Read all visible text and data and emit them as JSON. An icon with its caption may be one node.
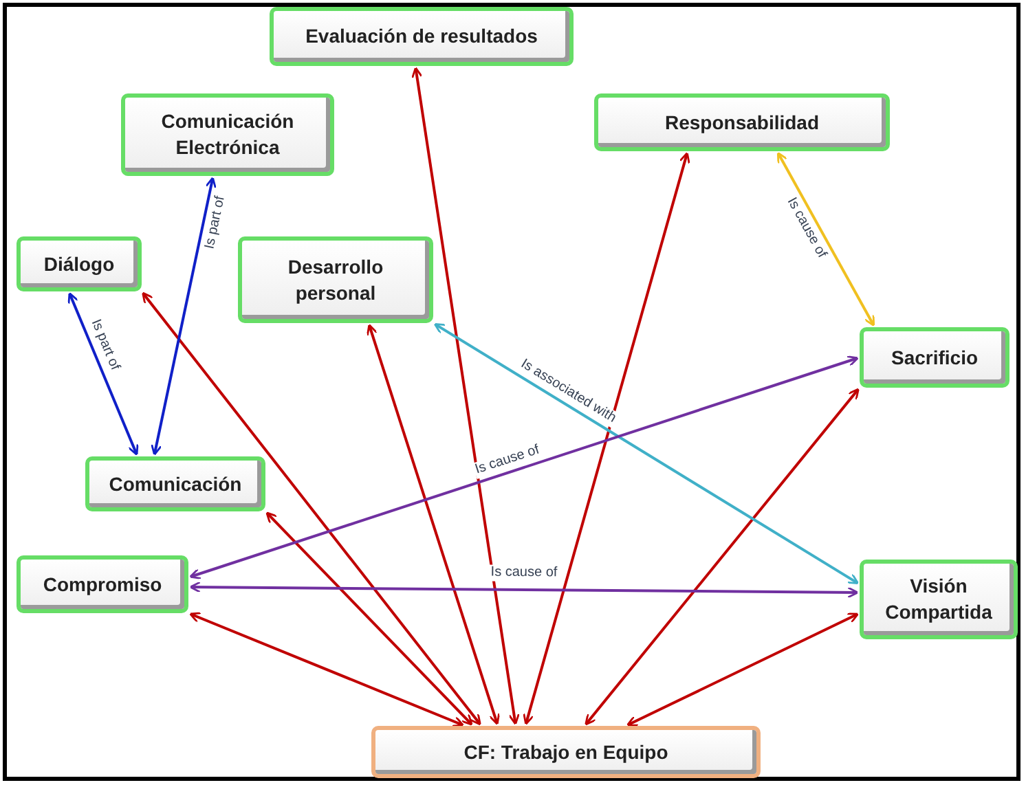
{
  "diagram": {
    "nodes": [
      {
        "text": [
          "Evaluación de resultados"
        ]
      },
      {
        "text": [
          "Responsabilidad"
        ]
      },
      {
        "text": [
          "Comunicación Electrónica"
        ]
      },
      {
        "text": [
          "Diálogo"
        ]
      },
      {
        "text": [
          "Desarrollo personal"
        ]
      },
      {
        "text": [
          "Sacrificio"
        ]
      },
      {
        "text": [
          "Comunicación"
        ]
      },
      {
        "text": [
          "Compromiso"
        ]
      },
      {
        "text": [
          "Visión Compartida"
        ]
      },
      {
        "text": [
          "CF: Trabajo en Equipo"
        ]
      }
    ],
    "edges": [
      {
        "from": 9,
        "to": 0,
        "arrow": "both"
      },
      {
        "from": 9,
        "to": 1,
        "arrow": "both"
      },
      {
        "from": 9,
        "to": 3,
        "arrow": "both"
      },
      {
        "from": 9,
        "to": 4,
        "arrow": "both"
      },
      {
        "from": 9,
        "to": 5,
        "arrow": "both"
      },
      {
        "from": 9,
        "to": 6,
        "arrow": "both"
      },
      {
        "from": 9,
        "to": 7,
        "arrow": "both"
      },
      {
        "from": 9,
        "to": 8,
        "arrow": "both"
      },
      {
        "from": 3,
        "to": 6,
        "arrow": "both",
        "label": "Is part of",
        "color": "#1020c8"
      },
      {
        "from": 2,
        "to": 6,
        "arrow": "both",
        "label": "Is part of",
        "color": "#1020c8"
      },
      {
        "from": 1,
        "to": 5,
        "arrow": "both",
        "label": "Is cause of",
        "color": "#f0c020"
      },
      {
        "from": 4,
        "to": 8,
        "arrow": "both",
        "label": "Is associated with",
        "color": "#40b0c8"
      },
      {
        "from": 7,
        "to": 5,
        "arrow": "both",
        "label": "Is cause of",
        "color": "#7030a0"
      },
      {
        "from": 7,
        "to": 8,
        "arrow": "both",
        "label": "Is cause of",
        "color": "#7030a0"
      }
    ]
  }
}
